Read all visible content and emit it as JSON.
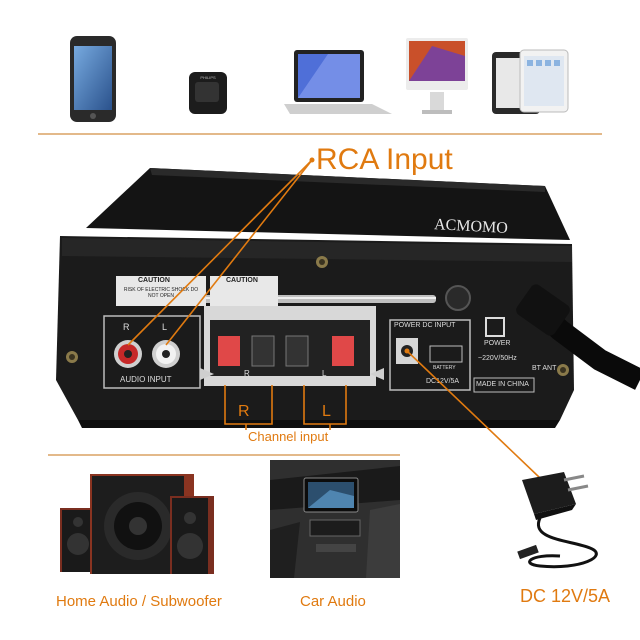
{
  "labels": {
    "rca_input": "RCA Input",
    "r": "R",
    "l": "L",
    "channel_input": "Channel input",
    "home_audio": "Home Audio / Subwoofer",
    "car_audio": "Car Audio",
    "dc_adapter": "DC 12V/5A"
  },
  "panel_text": {
    "brand": "ACMOMO",
    "caution_left": "CAUTION",
    "caution_left_sub": "RISK OF ELECTRIC SHOCK DO NOT OPEN",
    "caution_right": "CAUTION",
    "audio_input": "AUDIO INPUT",
    "audio_r": "R",
    "audio_l": "L",
    "terminal_r": "R",
    "terminal_l": "L",
    "power_dc_input": "POWER DC INPUT",
    "battery": "BATTERY",
    "dc_rating": "DC12V/5A",
    "power": "POWER",
    "ac_rating": "~220V/50Hz",
    "made_in": "MADE IN CHINA",
    "bt_ant": "BT ANT"
  },
  "colors": {
    "accent": "#e07a10",
    "divider": "#e3b98a",
    "panel": "#1b1b1b"
  },
  "icons": [
    "smartphone-icon",
    "mp3-player-icon",
    "laptop-icon",
    "desktop-monitor-icon",
    "tablet-icon"
  ]
}
